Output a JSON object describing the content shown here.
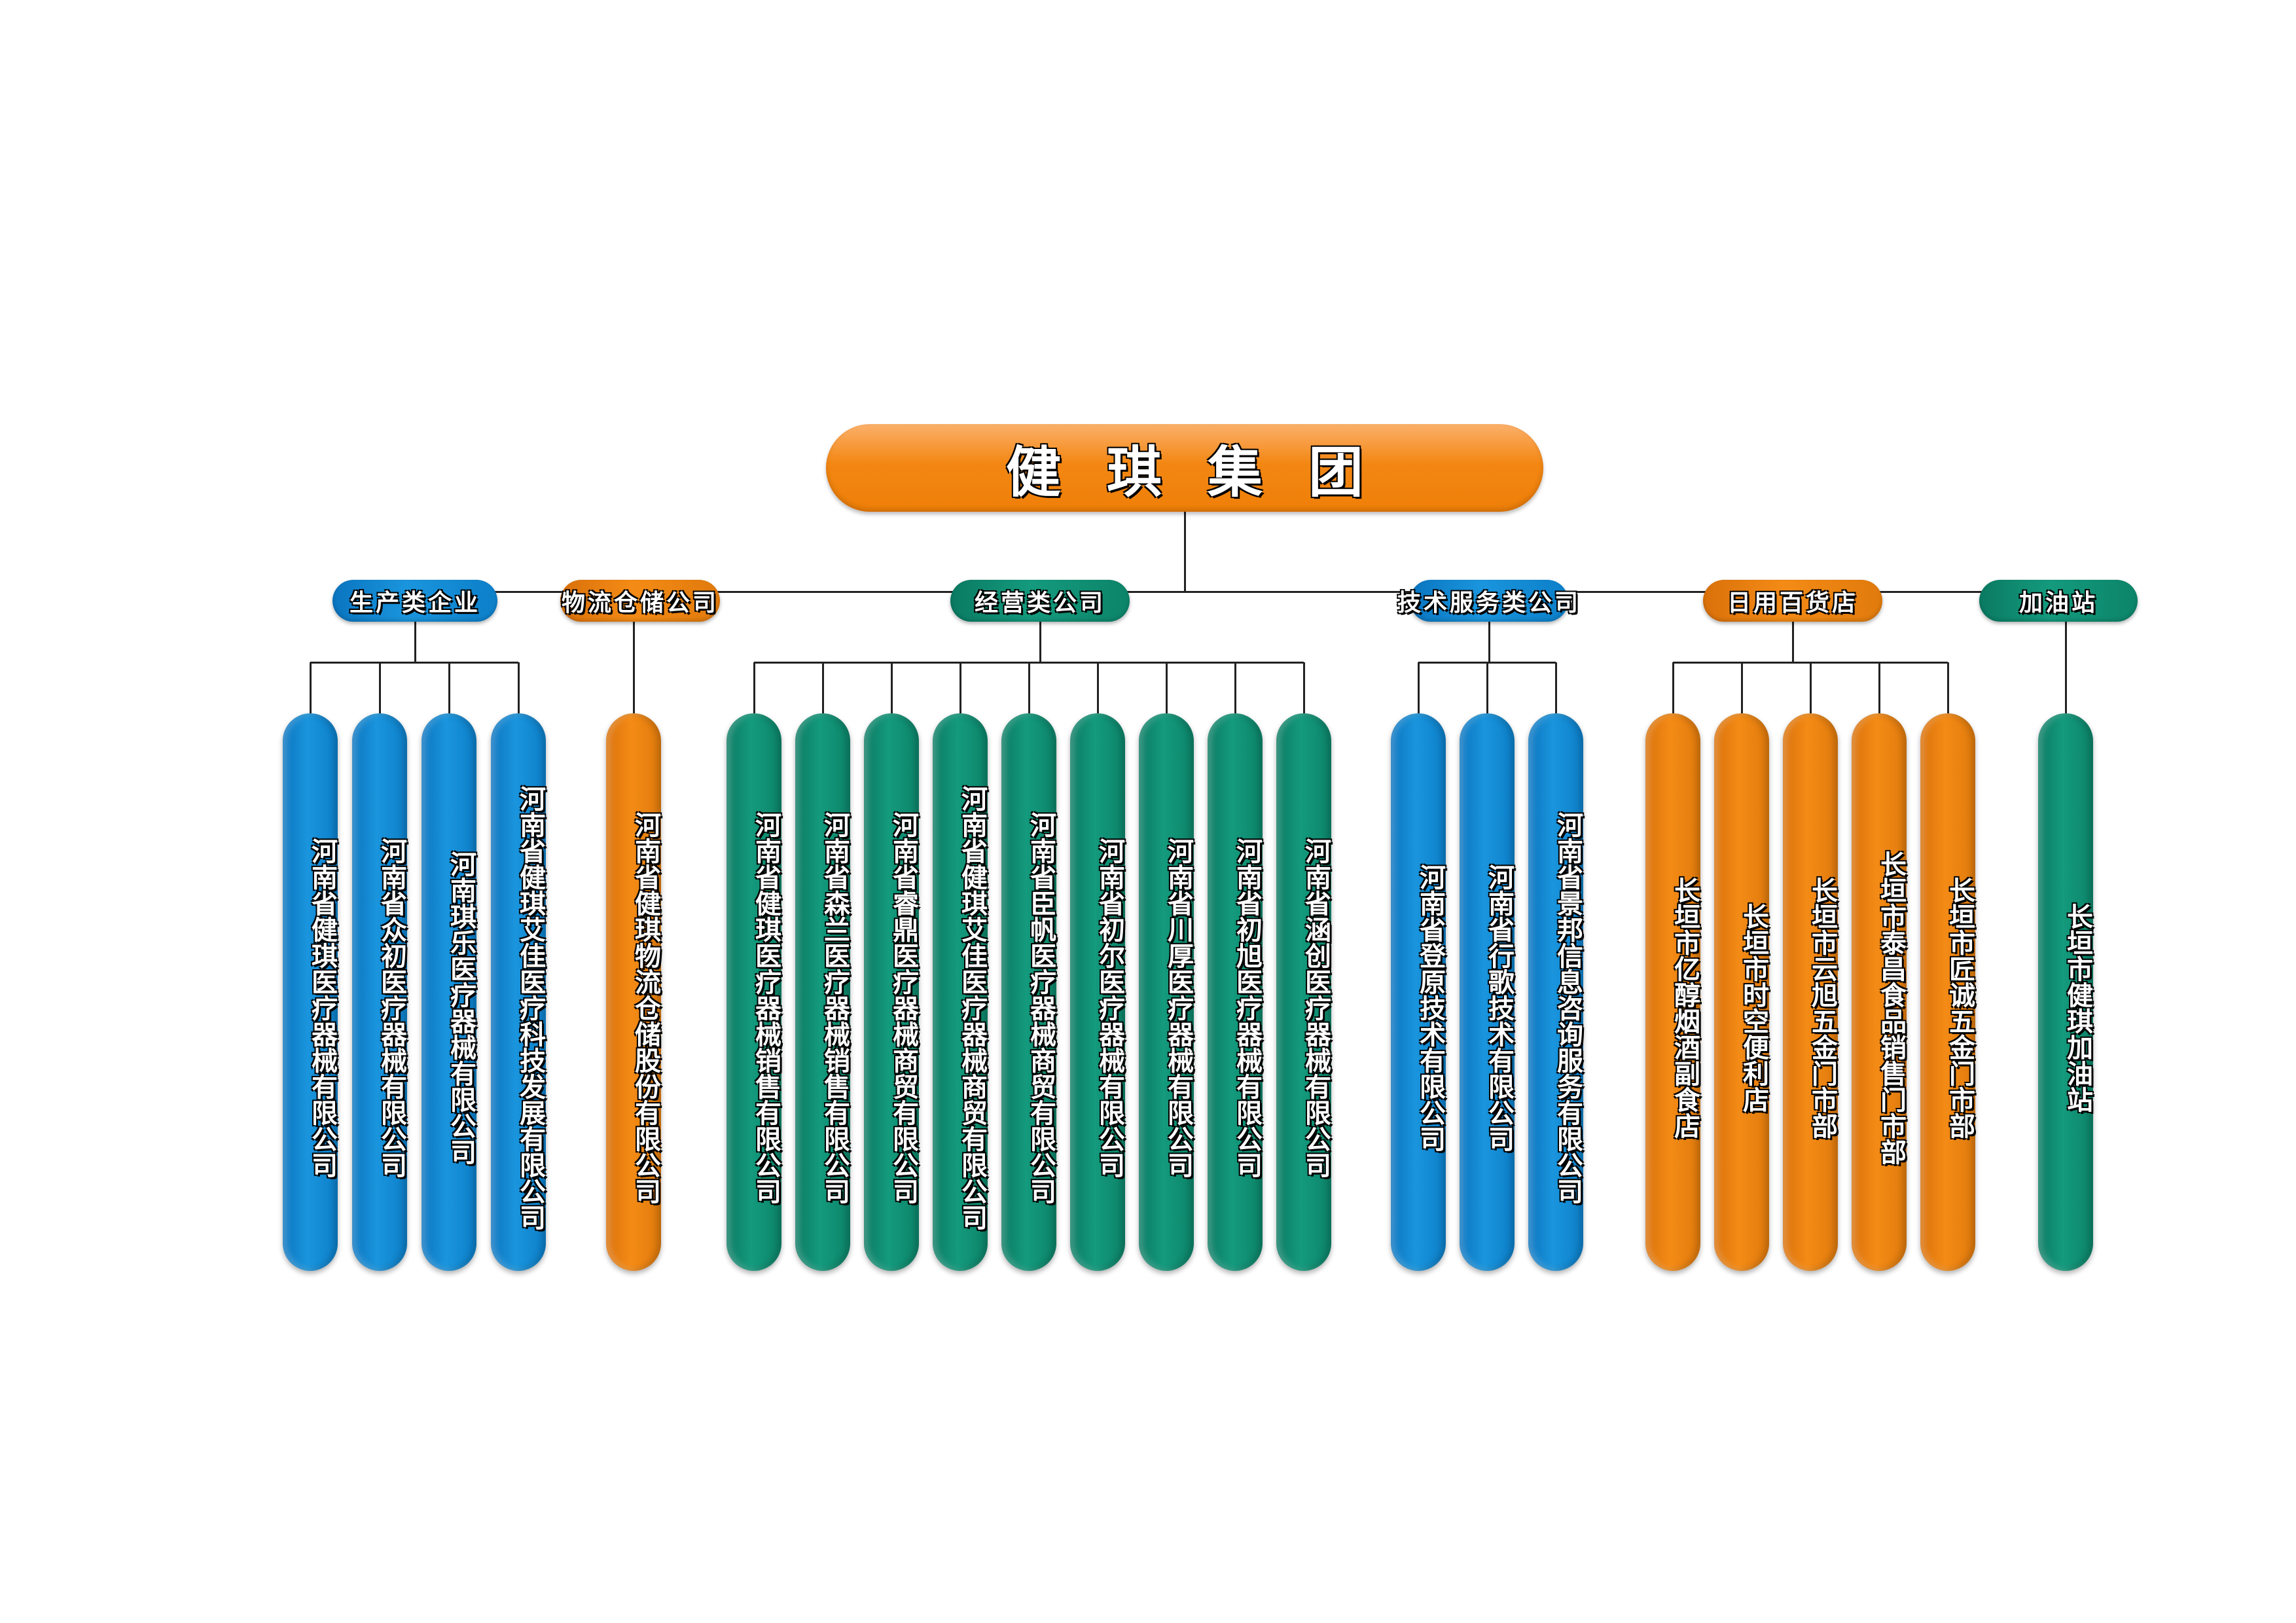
{
  "colors": {
    "blue": "#1a8ad4",
    "orange": "#f08a12",
    "green": "#138a70",
    "line": "#222222"
  },
  "root": {
    "label": "健琪集团",
    "color": "orange"
  },
  "categories": [
    {
      "label": "生产类企业",
      "color": "blue",
      "children": [
        "河南省健琪医疗器械有限公司",
        "河南省众初医疗器械有限公司",
        "河南琪乐医疗器械有限公司",
        "河南省健琪艾佳医疗科技发展有限公司"
      ]
    },
    {
      "label": "物流仓储公司",
      "color": "orange",
      "children": [
        "河南省健琪物流仓储股份有限公司"
      ]
    },
    {
      "label": "经营类公司",
      "color": "green",
      "children": [
        "河南省健琪医疗器械销售有限公司",
        "河南省森兰医疗器械销售有限公司",
        "河南省睿鼎医疗器械商贸有限公司",
        "河南省健琪艾佳医疗器械商贸有限公司",
        "河南省臣帆医疗器械商贸有限公司",
        "河南省初尔医疗器械有限公司",
        "河南省川厚医疗器械有限公司",
        "河南省初旭医疗器械有限公司",
        "河南省涵创医疗器械有限公司"
      ]
    },
    {
      "label": "技术服务类公司",
      "color": "blue",
      "children": [
        "河南省登原技术有限公司",
        "河南省行歌技术有限公司",
        "河南省景邦信息咨询服务有限公司"
      ]
    },
    {
      "label": "日用百货店",
      "color": "orange",
      "children": [
        "长垣市亿醇烟酒副食店",
        "长垣市时空便利店",
        "长垣市云旭五金门市部",
        "长垣市泰昌食品销售门市部",
        "长垣市匠诚五金门市部"
      ]
    },
    {
      "label": "加油站",
      "color": "green",
      "children": [
        "长垣市健琪加油站"
      ]
    }
  ]
}
